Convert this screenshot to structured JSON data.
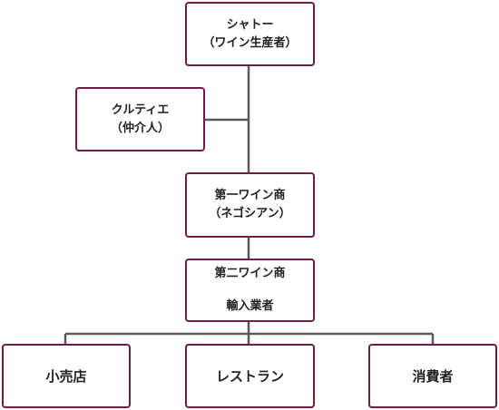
{
  "diagram": {
    "line_color": "#5a5a5a",
    "border_color": "#6d1e45",
    "nodes": {
      "chateau": {
        "line1": "シャトー",
        "line2": "（ワイン生産者）"
      },
      "courtier": {
        "line1": "クルティエ",
        "line2": "（仲介人）"
      },
      "negociant": {
        "line1": "第一ワイン商",
        "line2": "（ネゴシアン）"
      },
      "second": {
        "line1": "第二ワイン商",
        "line2": "輸入業者"
      },
      "retail": {
        "label": "小売店"
      },
      "restaurant": {
        "label": "レストラン"
      },
      "consumer": {
        "label": "消費者"
      }
    }
  }
}
